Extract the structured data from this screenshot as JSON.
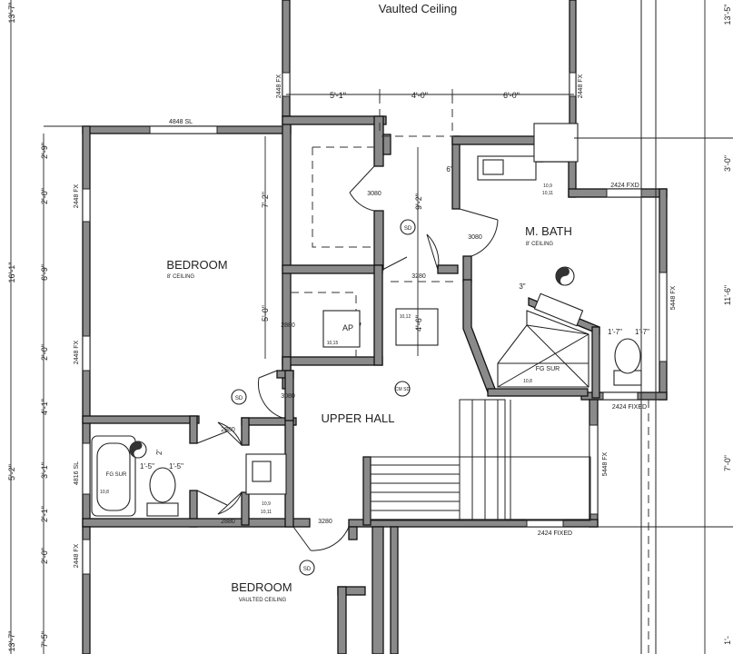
{
  "rooms": {
    "vaulted_ceiling_top": "Vaulted Ceiling",
    "bedroom_left": "BEDROOM",
    "bedroom_left_ceiling": "8' CEILING",
    "master_bath": "M. BATH",
    "master_bath_ceiling": "8' CEILING",
    "upper_hall": "UPPER HALL",
    "bedroom_bottom": "BEDROOM",
    "bedroom_bottom_ceiling": "VAULTED CEILING"
  },
  "windows": {
    "w_4848sl": "4848 SL",
    "w_2448fx_top": "2448 FX",
    "w_2448fx_top_right": "2448 FX",
    "w_2424fxd": "2424 FXD",
    "w_2448fx_left1": "2448 FX",
    "w_2448fx_left2": "2448 FX",
    "w_5448fx_bath": "5448 FX",
    "w_4816sl": "4816 SL",
    "w_2424fixed_bath": "2424 FIXED",
    "w_5448fx_hall": "5448 FX",
    "w_2424fixed_hall": "2424 FIXED",
    "w_2448fx_bottom": "2448 FX"
  },
  "doors": {
    "d_3080_closet": "3080",
    "d_3080_bath": "3080",
    "d_3280_linen": "3280",
    "d_2880_closet": "2880",
    "d_3080_bedroom": "3080",
    "d_2880_bath_top": "2880",
    "d_2880_bath_bottom": "2880",
    "d_3280_bedroom2": "3280"
  },
  "tags": {
    "sd_1": "SD",
    "sd_2": "SD",
    "sd_3": "SD",
    "ap": "AP",
    "tag_10_15": "10,15",
    "tag_10_12": "10,12",
    "tag_10_9_bath": "10,9",
    "tag_10_11_bath": "10,11",
    "tag_10_8_shower": "10,8",
    "fg_sur_shower": "FG SUR",
    "fg_sur_tub": "FG SUR",
    "tag_10_8_tub": "10,8",
    "tag_10_9_hall": "10,9",
    "tag_10_11_hall": "10,11",
    "cm_sd": "CM SD"
  },
  "dimensions": {
    "top_5_1": "5'-1\"",
    "top_4_0": "4'-0\"",
    "top_6_0": "6'-0\"",
    "v_7_2": "7'-2\"",
    "v_5_0": "5'-0\"",
    "v_9_2": "9'-2\"",
    "v_4_6": "4'-6\"",
    "v_6": "6\"",
    "bath_3": "3\"",
    "bath_1_7a": "1'-7\"",
    "bath_1_7b": "1'-7\"",
    "tub_1_5a": "1'-5\"",
    "tub_1_5b": "1'-5\"",
    "tub_2": "2'",
    "left_2_9": "2'-9\"",
    "left_2_0a": "2'-0\"",
    "left_6_9": "6'-9\"",
    "left_2_0b": "2'-0\"",
    "left_4_1": "4'-1\"",
    "left_3_1": "3'-1\"",
    "left_2_1": "2'-1\"",
    "left_2_0c": "2'-0\"",
    "left_7_5": "7'-5\"",
    "far_13_7_top": "13'-7\"",
    "far_16_1": "16'-1\"",
    "far_5_2": "5'-2\"",
    "far_13_7_bottom": "13'-7\"",
    "right_13_5": "13'-5\"",
    "right_3_0": "3'-0\"",
    "right_11_6": "11'-6\"",
    "right_7_0": "7'-0\"",
    "right_1": "1'-"
  }
}
